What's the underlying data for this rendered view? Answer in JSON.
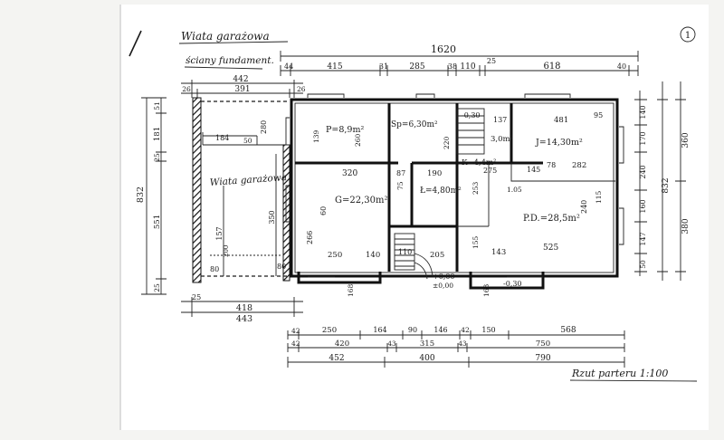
{
  "page_number": "1",
  "drawing": {
    "garage_title": "Wiata garażowa",
    "foundation_note": "ściany fundament.",
    "garage_room_label": "Wiata garażowa",
    "caption": "Rzut parteru 1:100",
    "top_total": "1620",
    "top_row": [
      "44",
      "415",
      "31",
      "285",
      "38",
      "110",
      "25",
      "618",
      "40"
    ],
    "garage_top_total": "442",
    "garage_top_row": [
      "26",
      "391",
      "26"
    ],
    "left_total": "832",
    "left_row": [
      "51",
      "181",
      "25",
      "551",
      "25"
    ],
    "right_outer": [
      "360",
      "832",
      "380"
    ],
    "right_inner": [
      "140",
      "170",
      "240",
      "160",
      "147",
      "50"
    ],
    "garage_inner": [
      "184",
      "50",
      "280",
      "157",
      "350",
      "80",
      "200",
      "80"
    ],
    "garage_bottom": [
      "25",
      "418",
      "443"
    ],
    "bottom_row1": [
      "42",
      "250",
      "164",
      "90",
      "146",
      "42",
      "150",
      "568"
    ],
    "bottom_row2": [
      "42",
      "420",
      "43",
      "315",
      "43",
      "750"
    ],
    "bottom_row3": [
      "452",
      "400",
      "790"
    ],
    "rooms": [
      {
        "name": "P=8,9m²",
        "key": "p"
      },
      {
        "name": "Sp=6,30m²",
        "key": "sp"
      },
      {
        "name": "J=14,30m²",
        "key": "j"
      },
      {
        "name": "G=22,30m²",
        "key": "g"
      },
      {
        "name": "K=4,4m²",
        "key": "k"
      },
      {
        "name": "Ł=4,80m²",
        "key": "l"
      },
      {
        "name": "P.D.=28,5m²",
        "key": "pd"
      },
      {
        "name": "3,0m²",
        "key": "w"
      }
    ],
    "interior_dims": [
      "320",
      "87",
      "190",
      "275",
      "145",
      "78",
      "282",
      "481",
      "137",
      "95",
      "-0,30",
      "250",
      "140",
      "110",
      "205",
      "143",
      "525",
      "60",
      "266",
      "155",
      "253",
      "260",
      "240",
      "1.05",
      "115",
      "168",
      "163",
      "-0,30",
      "+0,00",
      "±0,00",
      "75",
      "220",
      "139"
    ]
  }
}
